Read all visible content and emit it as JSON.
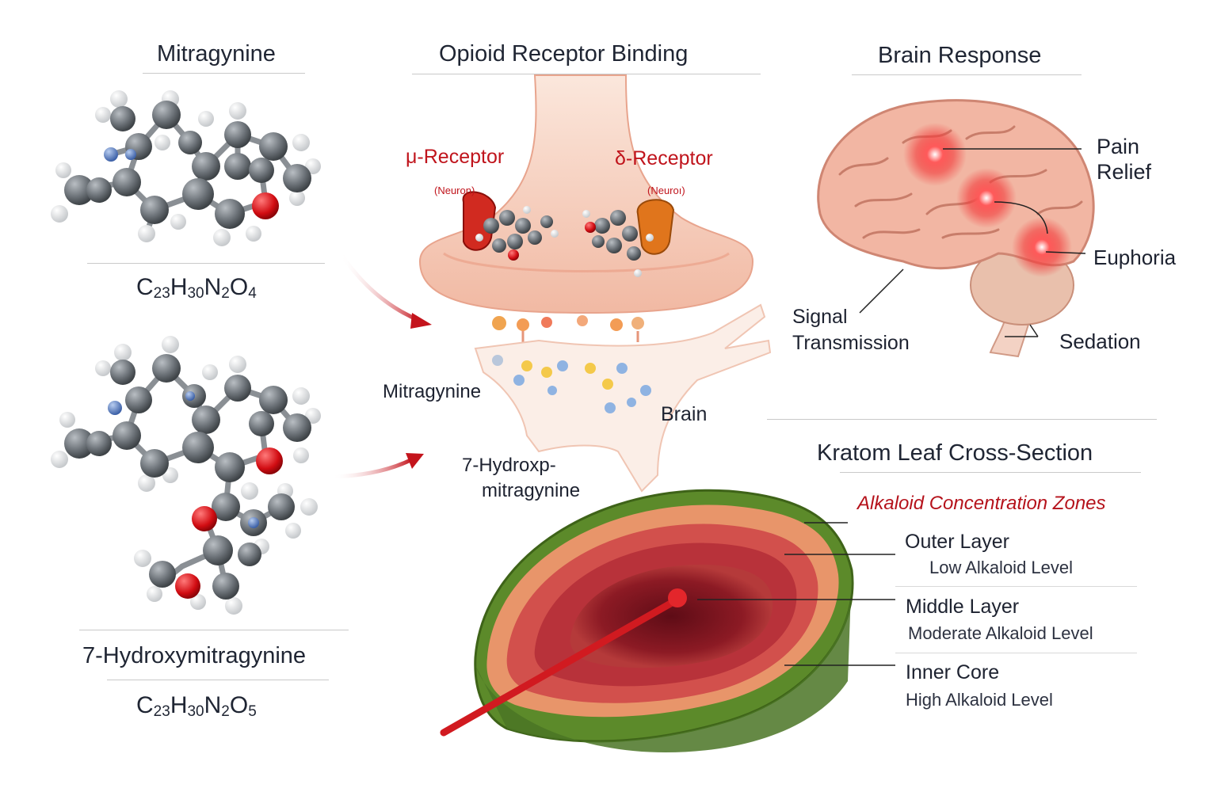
{
  "molecules": {
    "mitragynine": {
      "title": "Mitragynine",
      "formula": {
        "base": "C",
        "n1": "23",
        "h": "H",
        "n2": "30",
        "n": "N",
        "n3": "2",
        "o": "O",
        "n4": "4"
      }
    },
    "hydroxy": {
      "title": "7-Hydroxymitragynine",
      "formula": {
        "base": "C",
        "n1": "23",
        "h": "H",
        "n2": "30",
        "n": "N",
        "n3": "2",
        "o": "O",
        "n4": "5"
      }
    }
  },
  "binding": {
    "title": "Opioid Receptor Binding",
    "mu_receptor": "μ-Receptor",
    "delta_receptor": "δ-Receptor",
    "mu_neuron": "(Neuron)",
    "delta_neuron": "(Neuroı)",
    "mitragynine_label": "Mitragynine",
    "brain_label": "Brain",
    "hydroxy_label_line1": "7-Hydroxp-",
    "hydroxy_label_line2": "mitragynine"
  },
  "brain": {
    "title": "Brain Response",
    "pain_line1": "Pain",
    "pain_line2": "Relief",
    "euphoria": "Euphoria",
    "signal_line1": "Signal",
    "signal_line2": "Transmission",
    "sedation": "Sedation"
  },
  "leaf": {
    "title": "Kratom Leaf Cross-Section",
    "subtitle": "Alkaloid Concentration Zones",
    "zones": [
      {
        "name": "Outer Layer",
        "level": "Low Alkaloid Level"
      },
      {
        "name": "Middle Layer",
        "level": "Moderate Alkaloid Level"
      },
      {
        "name": "Inner Core",
        "level": "High Alkaloid Level"
      }
    ]
  },
  "colors": {
    "accent_red": "#c0141c",
    "leaf_green": "#5c8a2a",
    "brain_pink": "#f2b6a3",
    "carbon": "#6b7075"
  }
}
